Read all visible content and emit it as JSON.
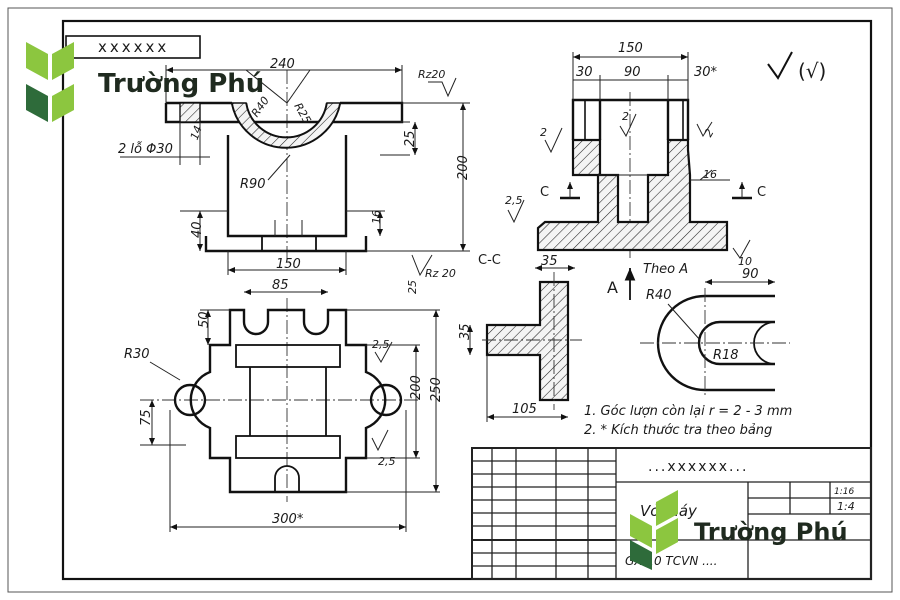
{
  "header_box": {
    "text": "xxxxxx"
  },
  "watermark": {
    "brand": "Trường Phú",
    "colors": {
      "leaf_light": "#8cc63f",
      "leaf_dark": "#2e6b3a"
    }
  },
  "roughness_symbol": {
    "text": "(√)"
  },
  "front_view": {
    "dims": {
      "width_top": "240",
      "r40": "R40",
      "r25": "R25",
      "holes": "2 lỗ Φ30",
      "flange": "14",
      "rz_top": "Rz20",
      "d25": "25",
      "d200": "200",
      "r90": "R90",
      "d16": "16",
      "d40": "40",
      "d150": "150",
      "rz_bottom": "Rz 20"
    }
  },
  "side_view": {
    "dims": {
      "w150": "150",
      "w30": "30",
      "w90": "90",
      "w30s": "30*",
      "r2a": "2",
      "r2b": "2",
      "r2c": "2",
      "d16": "16",
      "r25": "2,5",
      "r10": "10",
      "cut_left": "C",
      "cut_right": "C"
    }
  },
  "section_cc": {
    "title": "C-C",
    "dims": {
      "w35": "35",
      "h35": "35",
      "w105": "105"
    }
  },
  "view_a": {
    "arrow_label": "A",
    "title": "Theo A",
    "dims": {
      "w90": "90",
      "r40": "R40",
      "r18": "R18"
    }
  },
  "top_view": {
    "dims": {
      "w85": "85",
      "h50": "50",
      "r30": "R30",
      "r25a": "2,5",
      "h25": "25",
      "h200": "200",
      "h250": "250",
      "h75": "75",
      "r25b": "2,5",
      "w300": "300*"
    }
  },
  "notes": [
    "1. Góc lượn còn lại r = 2 - 3 mm",
    "2. * Kích thước tra theo bảng"
  ],
  "title_block": {
    "name": "...xxxxxx...",
    "part": "Vỏ máy",
    "material": "GX 10 TCVN ....",
    "scale": "1:4",
    "qty": "1:16"
  }
}
